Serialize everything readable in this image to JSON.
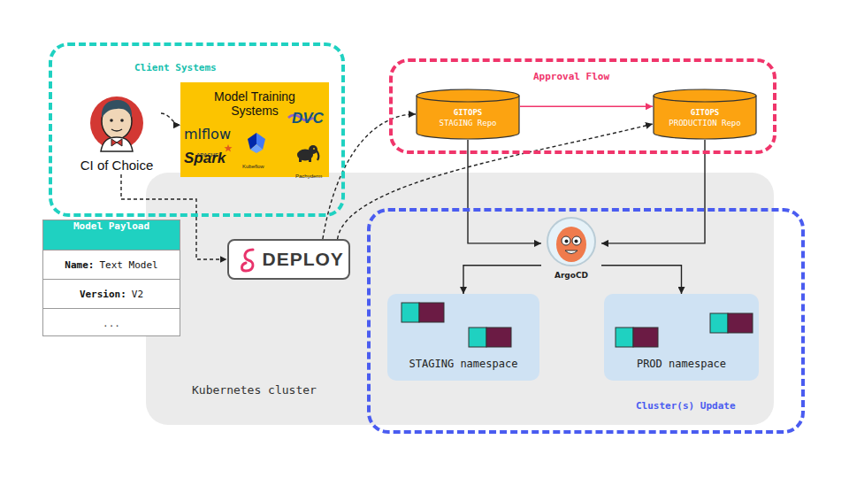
{
  "diagram": {
    "nodes": [
      {
        "text": [
          "Client Systems"
        ]
      },
      {
        "text": [
          "CI of Choice"
        ],
        "in": 0
      },
      {
        "text": [
          "Model Training Systems"
        ],
        "in": 0
      },
      {
        "text": [
          "Approval Flow"
        ]
      },
      {
        "text": [
          "GITOPS",
          "STAGING Repo"
        ],
        "in": 3
      },
      {
        "text": [
          "GITOPS",
          "PRODUCTION Repo"
        ],
        "in": 3
      },
      {
        "text": [
          "Kubernetes cluster"
        ]
      },
      {
        "text": [
          "DEPLOY"
        ],
        "in": 6
      },
      {
        "text": [
          "Cluster(s) Update"
        ]
      },
      {
        "text": [
          "ArgoCD"
        ],
        "in": 8
      },
      {
        "text": [
          "STAGING namespace"
        ],
        "in": 8
      },
      {
        "text": [
          "PROD namespace"
        ],
        "in": 8
      },
      {
        "text": [
          "Model Payload",
          "Name:",
          "Text Model",
          "Version:",
          "V2",
          "..."
        ]
      }
    ],
    "edges": [
      {
        "from": 1,
        "to": 2,
        "arrow": "to"
      },
      {
        "from": 1,
        "to": 7,
        "arrow": "to"
      },
      {
        "from": 7,
        "to": 4,
        "arrow": "to"
      },
      {
        "from": 7,
        "to": 5,
        "arrow": "to"
      },
      {
        "from": 4,
        "to": 5,
        "arrow": "to"
      },
      {
        "from": 4,
        "to": 9,
        "arrow": "to"
      },
      {
        "from": 5,
        "to": 9,
        "arrow": "to"
      },
      {
        "from": 9,
        "to": 10,
        "arrow": "to"
      },
      {
        "from": 9,
        "to": 11,
        "arrow": "to"
      }
    ],
    "labels": [
      "mlflow",
      "APACHE",
      "Spark",
      "Kubeflow",
      "DVC",
      "Pachyderm"
    ]
  }
}
